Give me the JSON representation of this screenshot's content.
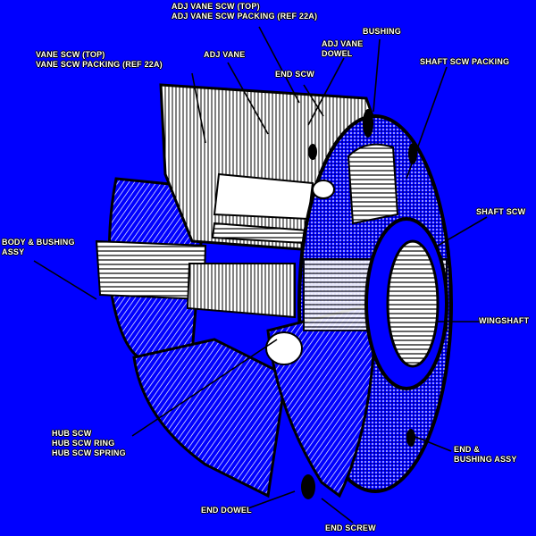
{
  "diagram": {
    "background_color": "#0000ff",
    "ink_color": "#000000",
    "highlight_color": "#ffffff",
    "labels": {
      "vane_screw_top": "VANE SCW (TOP)",
      "vane_screw_packing": "VANE SCW PACKING (REF 22A)",
      "adj_vane_screw": "ADJ VANE SCW (TOP)",
      "adj_vane_screw_packing": "ADJ VANE SCW PACKING (REF 22A)",
      "adj_vane": "ADJ VANE",
      "end_screw": "END SCW",
      "adj_vane_dowel_1": "ADJ VANE",
      "adj_vane_dowel_2": "DOWEL",
      "bushing": "BUSHING",
      "shaft_screw_packing": "SHAFT SCW PACKING",
      "shaft_screw": "SHAFT SCW",
      "body_bushing_1": "BODY & BUSHING",
      "body_bushing_2": "ASSY",
      "wing_shaft": "WINGSHAFT",
      "hub_screw": "HUB SCW",
      "hub_screw_ring": "HUB SCW RING",
      "hub_screw_spring": "HUB SCW SPRING",
      "end_bushing_1": "END &",
      "end_bushing_2": "BUSHING ASSY",
      "end_dowel": "END DOWEL",
      "end_screw_bottom": "END SCREW"
    }
  }
}
